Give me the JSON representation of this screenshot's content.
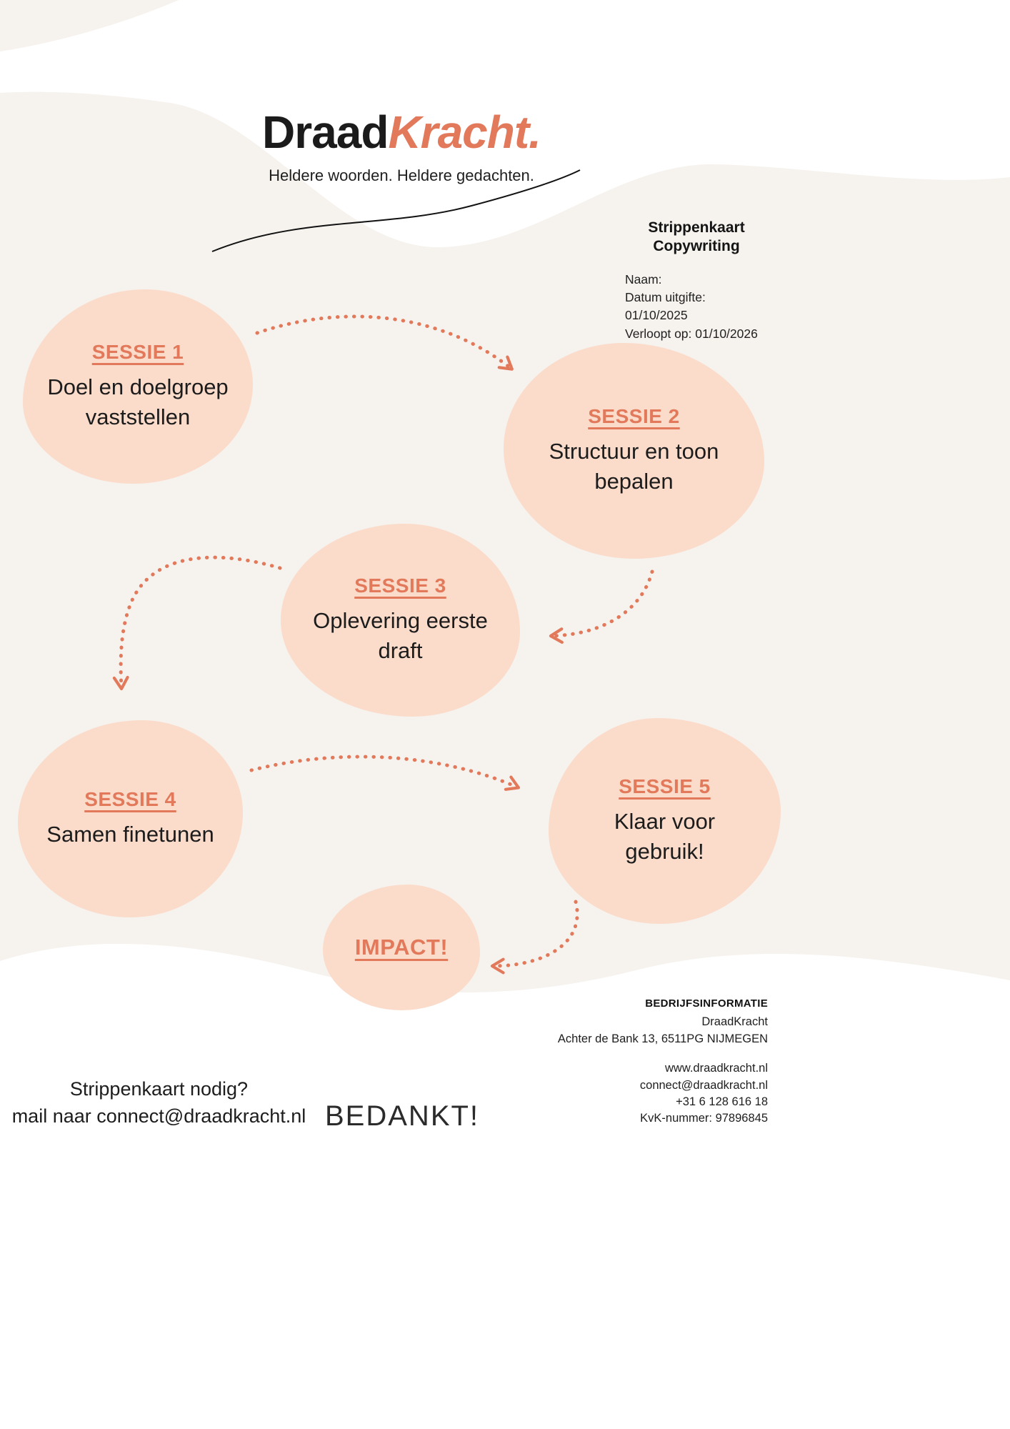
{
  "brand": {
    "logo_part1": "Draad",
    "logo_part2": "Kracht.",
    "tagline": "Heldere woorden. Heldere gedachten."
  },
  "card_info": {
    "title_line1": "Strippenkaart",
    "title_line2": "Copywriting",
    "name_label": "Naam:",
    "issue_date": "Datum uitgifte: 01/10/2025",
    "expiry_date": "Verloopt op: 01/10/2026"
  },
  "sessions": [
    {
      "title": "SESSIE 1",
      "description": "Doel en doelgroep vaststellen"
    },
    {
      "title": "SESSIE 2",
      "description": "Structuur en toon bepalen"
    },
    {
      "title": "SESSIE 3",
      "description": "Oplevering eerste draft"
    },
    {
      "title": "SESSIE 4",
      "description": "Samen finetunen"
    },
    {
      "title": "SESSIE 5",
      "description": "Klaar voor gebruik!"
    }
  ],
  "impact_label": "IMPACT!",
  "footer": {
    "cta_line1": "Strippenkaart nodig?",
    "cta_line2": "mail naar connect@draadkracht.nl",
    "thanks": "BEDANKT!",
    "company_info_heading": "BEDRIJFSINFORMATIE",
    "company_name": "DraadKracht",
    "address": "Achter de Bank 13, 6511PG NIJMEGEN",
    "website": "www.draadkracht.nl",
    "email": "connect@draadkracht.nl",
    "phone": "+31 6 128 616 18",
    "kvk": "KvK-nummer: 97896845"
  },
  "colors": {
    "accent": "#e2795b",
    "blob_fill": "#fbdccb",
    "background": "#f6f2ee",
    "wave": "#ffffff"
  }
}
